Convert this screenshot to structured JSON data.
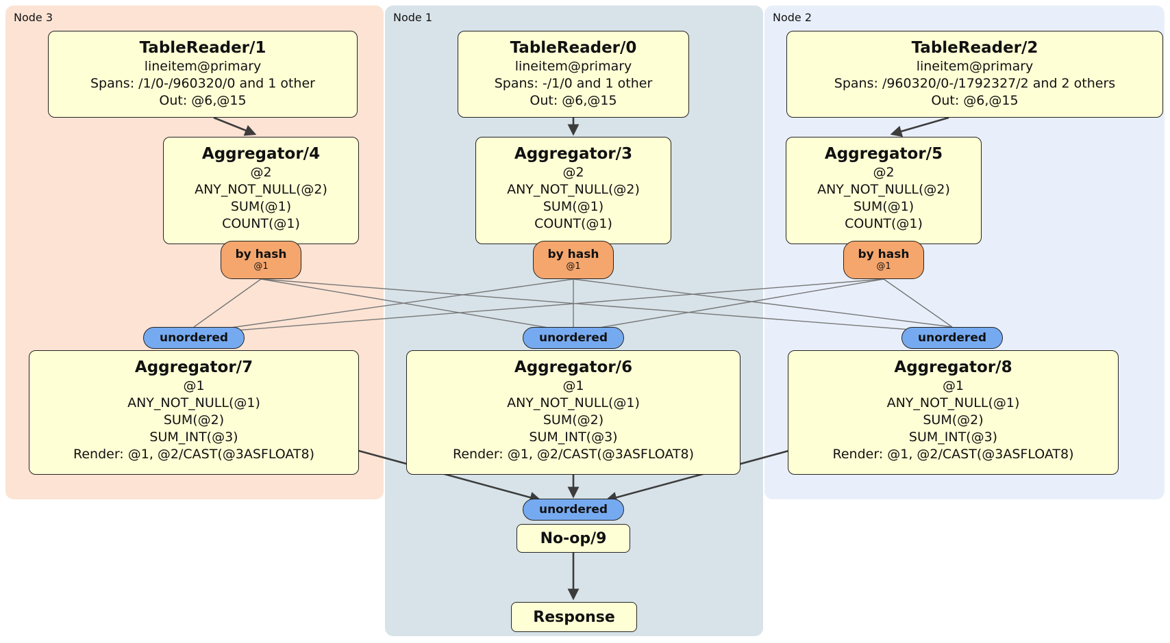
{
  "nodes": [
    {
      "label": "Node 3",
      "table_reader": {
        "title": "TableReader/1",
        "table": "lineitem@primary",
        "spans": "Spans: /1/0-/960320/0 and 1 other",
        "out": "Out: @6,@15"
      },
      "aggregator_top": {
        "title": "Aggregator/4",
        "lines": [
          "@2",
          "ANY_NOT_NULL(@2)",
          "SUM(@1)",
          "COUNT(@1)"
        ]
      },
      "router": {
        "label": "by hash",
        "detail": "@1"
      },
      "sync": {
        "label": "unordered"
      },
      "aggregator_bottom": {
        "title": "Aggregator/7",
        "lines": [
          "@1",
          "ANY_NOT_NULL(@1)",
          "SUM(@2)",
          "SUM_INT(@3)",
          "Render: @1, @2/CAST(@3ASFLOAT8)"
        ]
      }
    },
    {
      "label": "Node 1",
      "table_reader": {
        "title": "TableReader/0",
        "table": "lineitem@primary",
        "spans": "Spans: -/1/0 and 1 other",
        "out": "Out: @6,@15"
      },
      "aggregator_top": {
        "title": "Aggregator/3",
        "lines": [
          "@2",
          "ANY_NOT_NULL(@2)",
          "SUM(@1)",
          "COUNT(@1)"
        ]
      },
      "router": {
        "label": "by hash",
        "detail": "@1"
      },
      "sync": {
        "label": "unordered"
      },
      "aggregator_bottom": {
        "title": "Aggregator/6",
        "lines": [
          "@1",
          "ANY_NOT_NULL(@1)",
          "SUM(@2)",
          "SUM_INT(@3)",
          "Render: @1, @2/CAST(@3ASFLOAT8)"
        ]
      }
    },
    {
      "label": "Node 2",
      "table_reader": {
        "title": "TableReader/2",
        "table": "lineitem@primary",
        "spans": "Spans: /960320/0-/1792327/2 and 2 others",
        "out": "Out: @6,@15"
      },
      "aggregator_top": {
        "title": "Aggregator/5",
        "lines": [
          "@2",
          "ANY_NOT_NULL(@2)",
          "SUM(@1)",
          "COUNT(@1)"
        ]
      },
      "router": {
        "label": "by hash",
        "detail": "@1"
      },
      "sync": {
        "label": "unordered"
      },
      "aggregator_bottom": {
        "title": "Aggregator/8",
        "lines": [
          "@1",
          "ANY_NOT_NULL(@1)",
          "SUM(@2)",
          "SUM_INT(@3)",
          "Render: @1, @2/CAST(@3ASFLOAT8)"
        ]
      }
    }
  ],
  "final": {
    "sync_label": "unordered",
    "noop_title": "No-op/9",
    "response_title": "Response"
  },
  "colors": {
    "node3_bg": "#fce3d4",
    "node1_bg": "#d8e3e9",
    "node2_bg": "#e9effa",
    "box_bg": "#ffffd6",
    "router_bg": "#f5a66d",
    "sync_bg": "#76aaf0",
    "edge": "#3c3c3c"
  }
}
